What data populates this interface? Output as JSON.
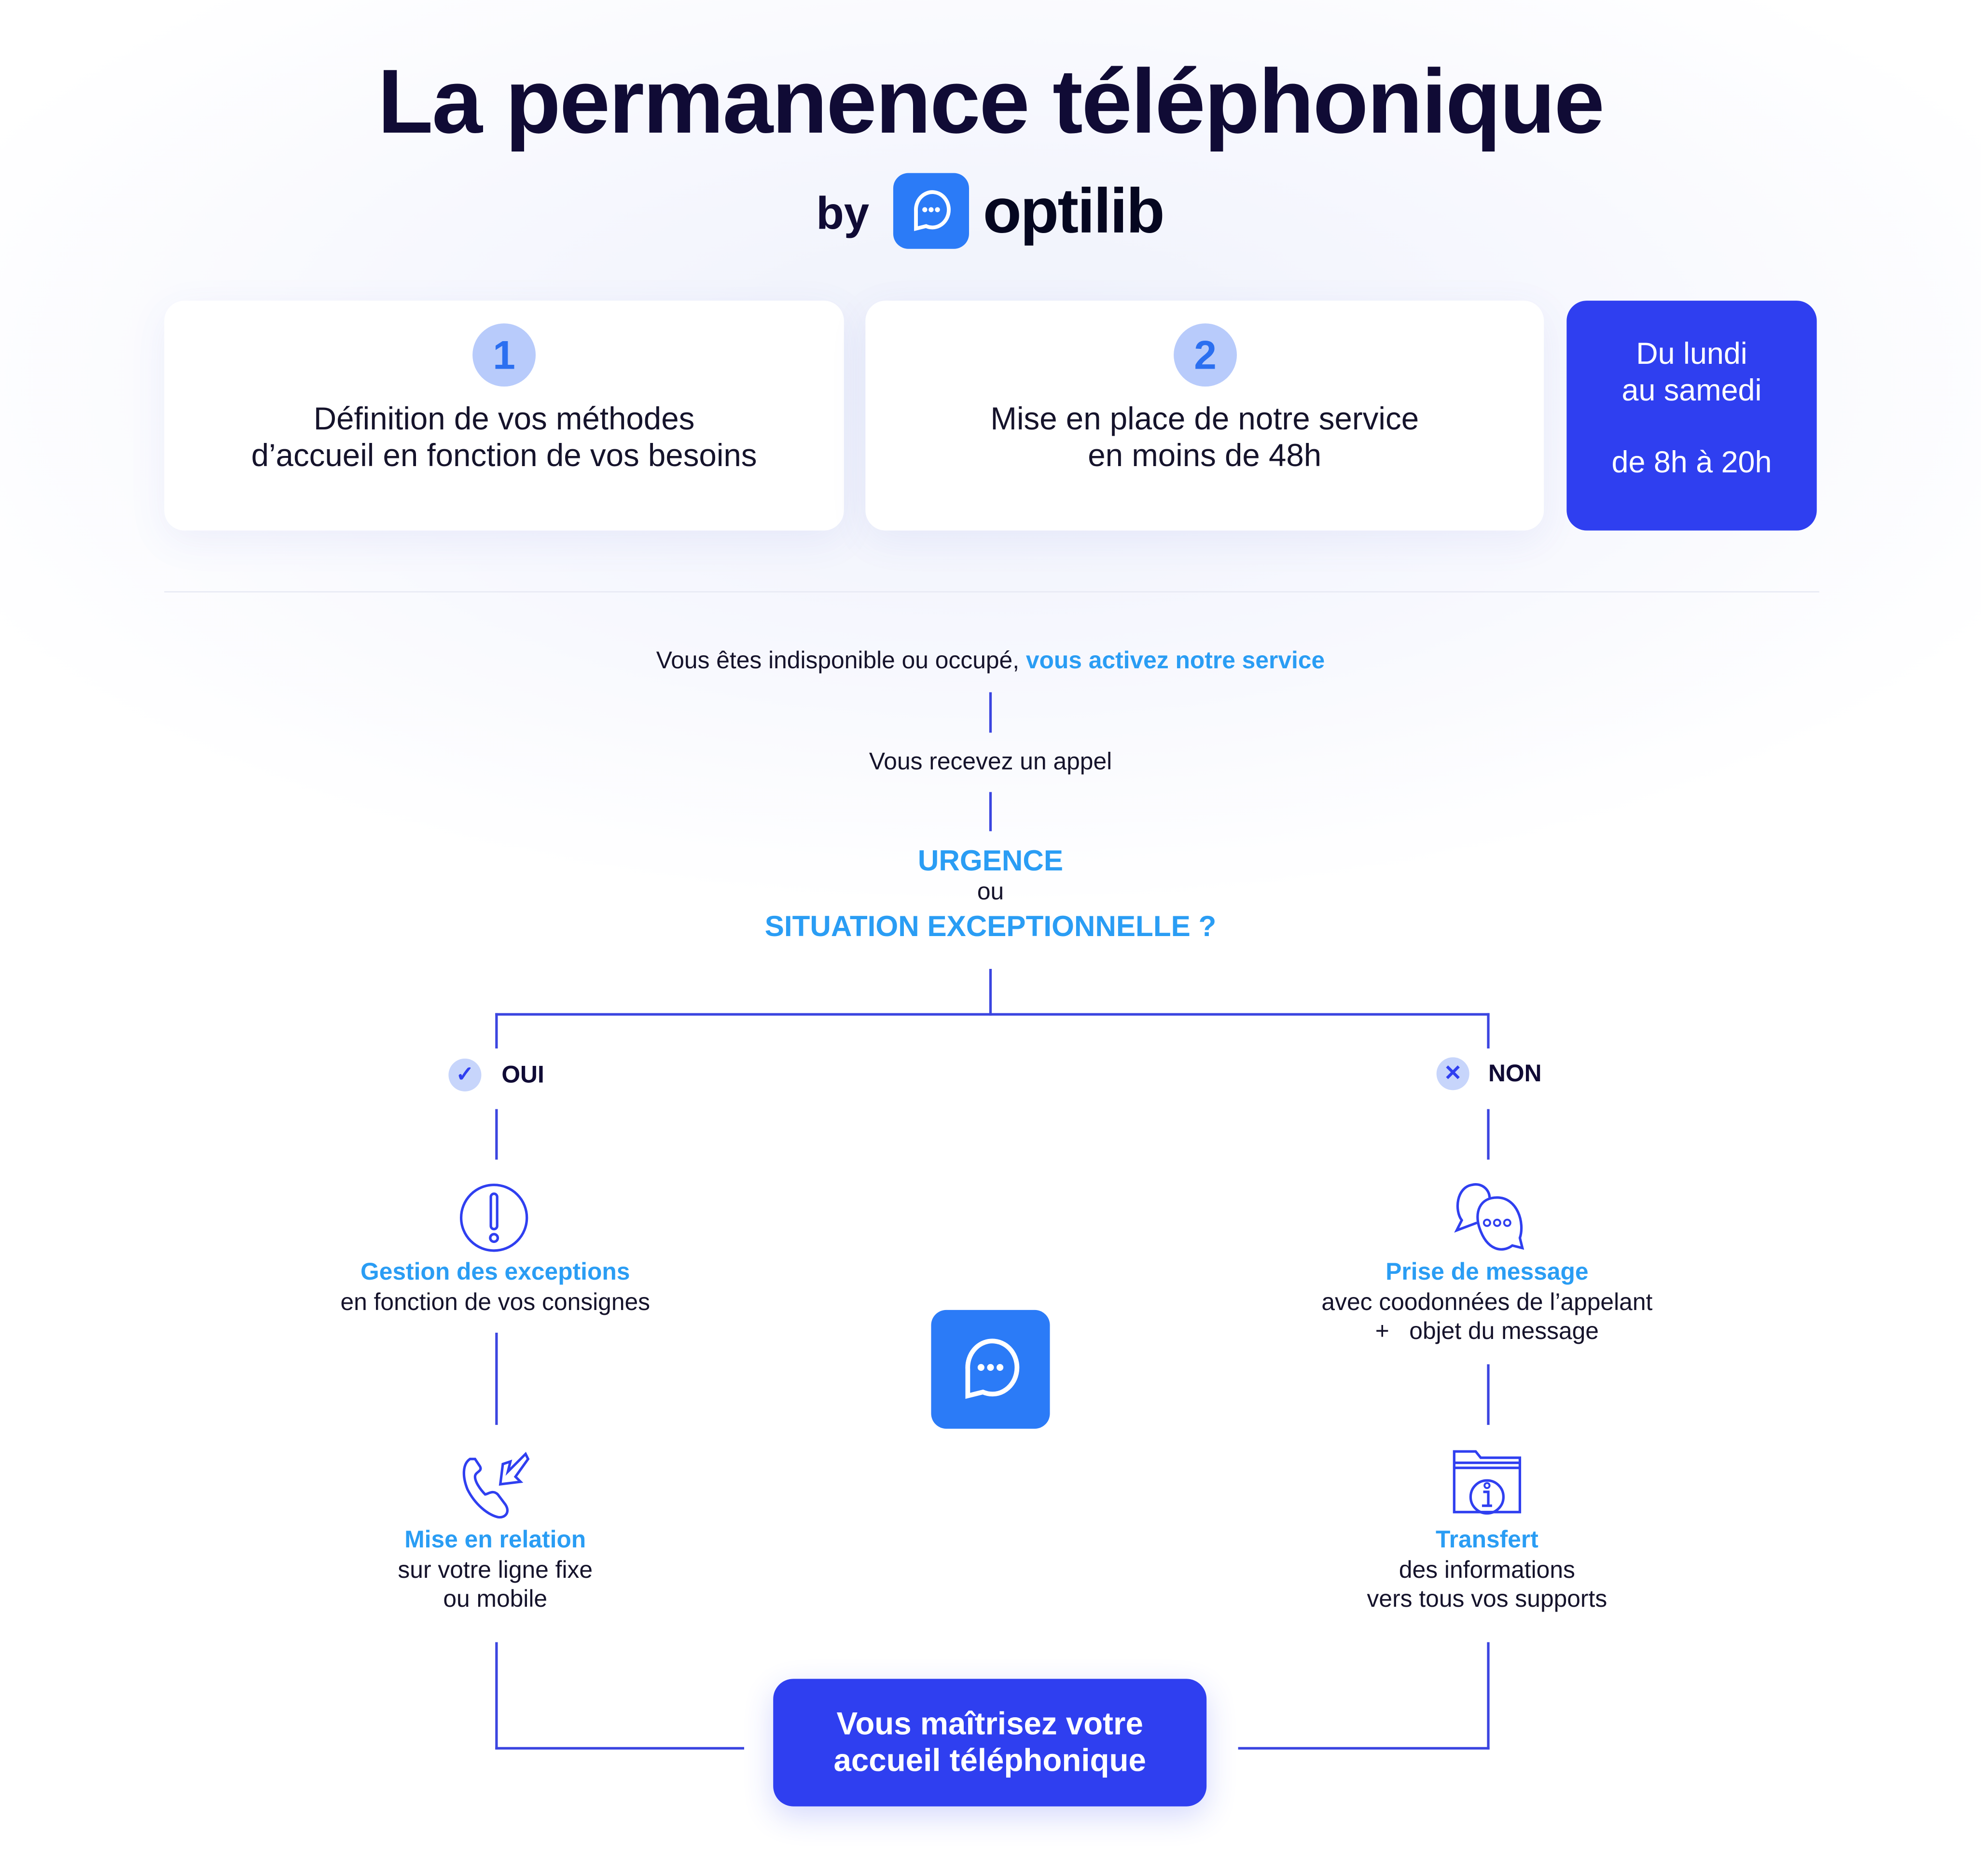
{
  "title": "La permanence téléphonique",
  "brand": {
    "by": "by",
    "name": "optilib"
  },
  "cards": [
    {
      "number": "1",
      "line1": "Définition de vos méthodes",
      "line2": "d’accueil en fonction de vos besoins"
    },
    {
      "number": "2",
      "line1": "Mise en place de notre service",
      "line2": "en moins de 48h"
    }
  ],
  "hours": {
    "line1": "Du lundi",
    "line2": "au samedi",
    "line3": "de 8h à 20h"
  },
  "flow": {
    "intro": "Vous êtes indisponible ou occupé, ",
    "intro_highlight": "vous activez notre service",
    "call": "Vous recevez un appel",
    "q1": "URGENCE",
    "q_or": "ou",
    "q2": "SITUATION EXCEPTIONNELLE ?",
    "yes": "OUI",
    "no": "NON",
    "yes_steps": [
      {
        "title": "Gestion des exceptions",
        "sub1": "en fonction de vos consignes"
      },
      {
        "title": "Mise en relation",
        "sub1": "sur votre ligne fixe",
        "sub2": "ou mobile"
      }
    ],
    "no_steps": [
      {
        "title": "Prise de message",
        "sub1": "avec coodonnées de l’appelant",
        "sub2": "+   objet du message"
      },
      {
        "title": "Transfert",
        "sub1": "des informations",
        "sub2": "vers tous vos supports"
      }
    ],
    "cta_line1": "Vous maîtrisez votre",
    "cta_line2": "accueil téléphonique"
  },
  "colors": {
    "accent": "#2f3ff0",
    "highlight": "#2a9df4",
    "logo": "#2b7bf7",
    "title": "#100b35"
  }
}
